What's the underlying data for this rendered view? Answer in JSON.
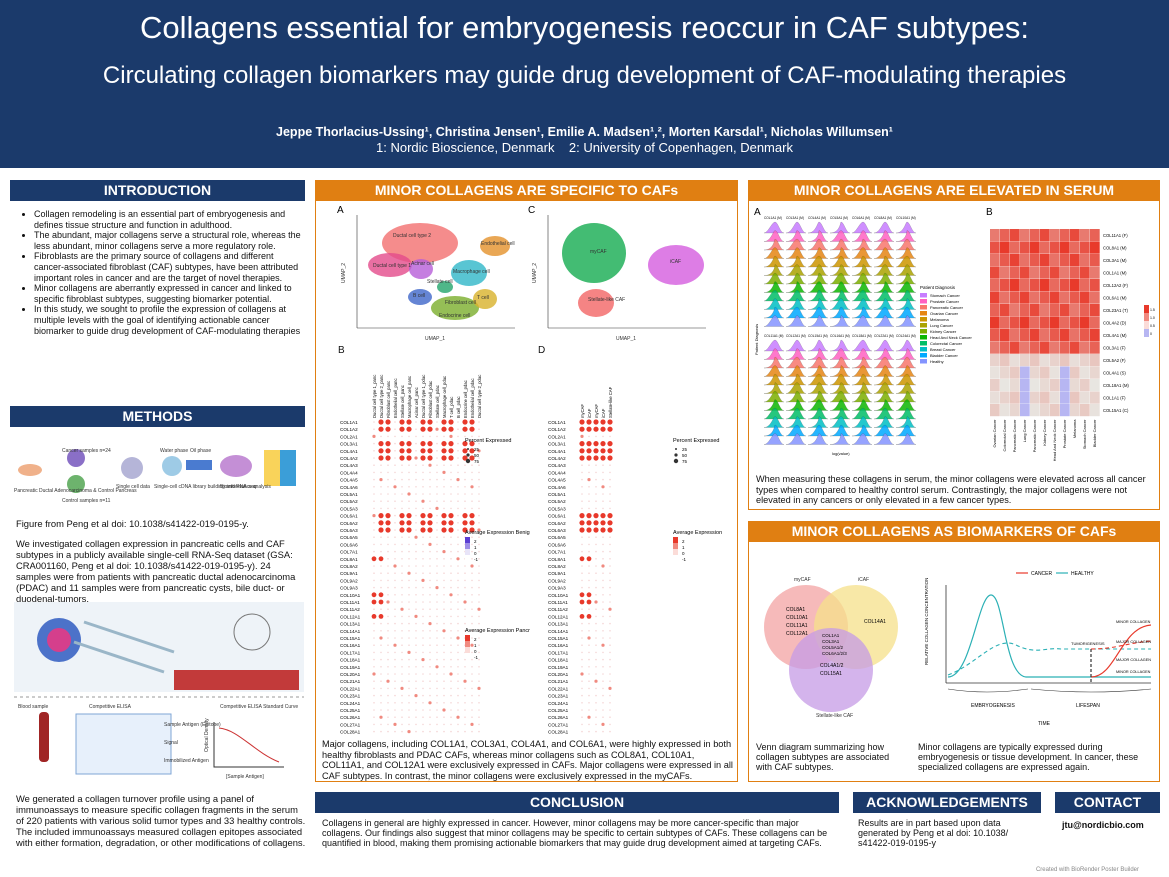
{
  "header": {
    "title": "Collagens essential for embryogenesis reoccur in CAF subtypes:",
    "subtitle": "Circulating collagen biomarkers may guide drug development of CAF-modulating therapies",
    "authors": "Jeppe Thorlacius-Ussing¹, Christina Jensen¹, Emilie A. Madsen¹,², Morten Karsdal¹, Nicholas Willumsen¹",
    "affiliations": "1: Nordic Bioscience, Denmark    2: University of Copenhagen, Denmark"
  },
  "sections": {
    "introduction": "INTRODUCTION",
    "methods": "METHODS",
    "minor_specific": "MINOR COLLAGENS ARE SPECIFIC TO CAFs",
    "minor_serum": "MINOR COLLAGENS ARE ELEVATED IN SERUM",
    "minor_biomarkers": "MINOR COLLAGENS AS BIOMARKERS OF CAFs",
    "conclusion": "CONCLUSION",
    "acknowledgements": "ACKNOWLEDGEMENTS",
    "contact": "CONTACT"
  },
  "intro_bullets": [
    "Collagen remodeling is an essential part of embryogenesis and defines tissue structure and function in adulthood.",
    "The abundant, major collagens serve a structural role, whereas the less abundant, minor collagens serve a more regulatory role.",
    "Fibroblasts are the primary source of collagens and different cancer-associated fibroblast (CAF) subtypes, have been attributed important roles in cancer and are the target of novel therapies.",
    "Minor collagens are aberrantly expressed in cancer and linked to specific fibroblast subtypes, suggesting biomarker potential.",
    "In this study, we sought to profile the expression of collagens at multiple levels with the goal of identifying actionable cancer biomarker to guide drug development of CAF-modulating therapies"
  ],
  "methods": {
    "pipeline_labels": [
      "Pancreatic Ductal Adenocarcinoma & Control Pancreas",
      "Cancer samples n=24",
      "Control samples n=11",
      "Single cell data",
      "Water phase",
      "Oil phase",
      "Single-cell cDNA library building and RNA-seq",
      "Bioinformatics analysis"
    ],
    "figure_credit": "Figure from Peng et al doi: 10.1038/s41422-019-0195-y.",
    "para1": "We investigated collagen expression in pancreatic cells and CAF subtypes in a publicly available single-cell RNA-Seq dataset (GSA: CRA001160, Peng et al doi: 10.1038/s41422-019-0195-y). 24 samples were from patients with pancreatic ductal adenocarcinoma (PDAC) and 11 samples were from pancreatic cysts, bile duct- or duodenal-tumors.",
    "elisa_labels": [
      "Blood sample",
      "Competitive ELISA",
      "Sample Antigen (Epitope)",
      "Signal",
      "Immobilized Antigen",
      "Competitive ELISA Standard Curve",
      "[Sample Antigen]",
      "Optical Density"
    ],
    "para2": "We generated a collagen turnover profile using a panel of immunoassays to measure specific collagen fragments in the serum of 220 patients with various solid tumor types and 33 healthy controls. The included immunoassays measured collagen epitopes associated with either formation, degradation, or other modifications of collagens."
  },
  "umap": {
    "letter_a": "A",
    "letter_c": "C",
    "xlabel": "UMAP_1",
    "ylabel": "UMAP_2",
    "cluster_labels_a": [
      "Ductal cell type 2",
      "Ductal cell type 1",
      "Acinar cell",
      "Fibroblast cell",
      "Stellate cell",
      "Macrophage cell",
      "T cell",
      "B cell",
      "Endothelial cell",
      "Endocrine cell"
    ],
    "cluster_labels_c": [
      "iCAF",
      "myCAF",
      "Stellate-like CAF"
    ]
  },
  "dotplot": {
    "letter_b": "B",
    "letter_d": "D",
    "genes": [
      "COL1A1",
      "COL1A2",
      "COL2A1",
      "COL3A1",
      "COL4A1",
      "COL4A2",
      "COL4A3",
      "COL4A4",
      "COL4A5",
      "COL4A6",
      "COL5A1",
      "COL5A2",
      "COL5A3",
      "COL6A1",
      "COL6A2",
      "COL6A3",
      "COL6A5",
      "COL6A6",
      "COL7A1",
      "COL8A1",
      "COL8A2",
      "COL9A1",
      "COL9A2",
      "COL9A3",
      "COL10A1",
      "COL11A1",
      "COL11A2",
      "COL12A1",
      "COL13A1",
      "COL14A1",
      "COL15A1",
      "COL16A1",
      "COL17A1",
      "COL18A1",
      "COL19A1",
      "COL20A1",
      "COL21A1",
      "COL22A1",
      "COL23A1",
      "COL24A1",
      "COL25A1",
      "COL26A1",
      "COL27A1",
      "COL28A1"
    ],
    "celltypes_b": [
      "Ductal cell type 1_panc",
      "Ductal cell type 2_panc",
      "Fibroblast cell_panc",
      "Endothelial cell_panc",
      "Stellate cell_panc",
      "Macrophage cell_panc",
      "Acinar cell_panc",
      "Ductal cell type 1_pdac",
      "Fibroblast cell_pdac",
      "Stellate cell_pdac",
      "Macrophage cell_pdac",
      "T cell_pdac",
      "B cell_pdac",
      "Endocrine cell_pdac",
      "Endothelial cell_pdac",
      "Ductal cell type 2_pdac"
    ],
    "celltypes_d": [
      "myCAF",
      "iCAF",
      "myCAF",
      "iCAF",
      "Stellate-like CAF"
    ],
    "legend_percent": "Percent Expressed",
    "legend_percent_values": [
      "25",
      "50",
      "75"
    ],
    "legend_benign": "Average Expression Benign Pancreas Tumor (panc)",
    "legend_benign_values": [
      "2",
      "1",
      "0",
      "-1"
    ],
    "legend_cancer": "Average Expression Pancreas Cancer (pdac)",
    "legend_cancer_values": [
      "2",
      "1",
      "0",
      "-1"
    ],
    "legend_avg": "Average Expression",
    "legend_avg_values": [
      "2",
      "1",
      "0",
      "-1"
    ],
    "caption": "Major collagens, including COL1A1, COL3A1, COL4A1, and COL6A1, were highly expressed in both healthy fibroblasts and PDAC CAFs, whereas minor collagens such as COL8A1, COL10A1, COL11A1, and COL12A1 were exclusively expressed in CAFs. Major collagens were expressed in all CAF subtypes. In contrast, the minor collagens were exclusively expressed in the myCAFs."
  },
  "serum": {
    "letter_a": "A",
    "letter_b": "B",
    "ridge_ylabel": "Patient Diagnosis",
    "ridge_xlabel": "log(value)",
    "legend_title": "Patient Diagnosis",
    "diagnoses": [
      "Stomach Cancer",
      "Prostate Cancer",
      "Pancreatic Cancer",
      "Ovarian Cancer",
      "Melanoma",
      "Lung Cancer",
      "Kidney Cancer",
      "Head And Neck Cancer",
      "Colorectal Cancer",
      "Breast Cancer",
      "Bladder Cancer",
      "Healthy"
    ],
    "diag_colors": [
      "#c77cff",
      "#ff61c3",
      "#f8766d",
      "#e68613",
      "#cd9600",
      "#aba300",
      "#7cae00",
      "#0cb702",
      "#00be67",
      "#00bfc4",
      "#00a9ff",
      "#8494ff"
    ],
    "ridge_markers": [
      "COL1A1 (M)",
      "COL3A1 (M)",
      "COL4A1 (M)",
      "COL5A1 (M)",
      "COL6A1 (M)",
      "COL8A1 (M)",
      "COL10A1 (M)",
      "COL11A1 (M)",
      "COL12A1 (M)",
      "COL15A1 (M)",
      "COL16A1 (M)",
      "COL18A1 (M)",
      "COL22A1 (M)",
      "COL24A1 (M)"
    ],
    "heat_rows": [
      "COL11A1 (F)",
      "COL8A1 (M)",
      "COL3A1 (M)",
      "COL1A1 (M)",
      "COL12A2 (F)",
      "COL6A1 (M)",
      "COL23A1 (T)",
      "COL4A2 (D)",
      "COL4A1 (M)",
      "COL3A1 (F)",
      "COL5A2 (F)",
      "COL4A1 (S)",
      "COL18A1 (M)",
      "COL1A1 (F)",
      "COL15A1 (C)"
    ],
    "heat_cols": [
      "Ovarian Cancer",
      "Colorectal Cancer",
      "Pancreatic Cancer",
      "Lung Cancer",
      "Pancreatic Cancer",
      "Kidney Cancer",
      "Head And Neck Cancer",
      "Prostate Cancer",
      "Melanoma",
      "Stomach Cancer",
      "Bladder Cancer"
    ],
    "heat_legend": [
      "1.5",
      "1.0",
      "0.5",
      "0"
    ],
    "caption": "When measuring these collagens in serum, the minor collagens were elevated across all cancer types when compared to healthy control serum. Contrastingly, the major collagens were not elevated in any cancers or only elevated in a few cancer types."
  },
  "biomarkers": {
    "venn_mycaf": "myCAF",
    "venn_icaf": "iCAF",
    "venn_stellate": "Stellate-like CAF",
    "venn_mycaf_genes": [
      "COL8A1",
      "COL10A1",
      "COL11A1",
      "COL12A1"
    ],
    "venn_icaf_genes": [
      "COL14A1"
    ],
    "venn_center_genes": [
      "COL1A1",
      "COL3A1",
      "COL5A1/2",
      "COL6A1/2/3"
    ],
    "venn_stellate_genes": [
      "COL4A1/2",
      "COL15A1"
    ],
    "venn_caption": "Venn diagram summarizing how collagen subtypes are associated with CAF subtypes.",
    "line_legend_cancer": "CANCER",
    "line_legend_healthy": "HEALTHY",
    "line_ylabel": "RELATIVE COLLAGEN CONCENTRATION",
    "line_xlabel": "TIME",
    "line_embryo": "EMBRYOGENESIS",
    "line_lifespan": "LIFESPAN",
    "line_tumor": "TUMORIGENESIS",
    "line_series": [
      "MINOR COLLAGEN",
      "MAJOR COLLAGEN",
      "MAJOR COLLAGEN",
      "MINOR COLLAGEN"
    ],
    "line_caption": "Minor collagens are typically expressed during embryogenesis or tissue development. In cancer, these specialized collagens are expressed again."
  },
  "conclusion": "Collagens in general are highly expressed in cancer. However, minor collagens may be more cancer-specific than major collagens. Our findings also suggest that minor collagens may be specific to certain subtypes of CAFs. These collagens can be quantified in blood, making them promising actionable biomarkers that may guide drug development aimed at targeting CAFs.",
  "acknowledgements": "Results are in part based upon data generated by Peng et al doi: 10.1038/ s41422-019-0195-y",
  "contact": "jtu@nordicbio.com",
  "credit": "Created with BioRender Poster Builder",
  "colors": {
    "navy": "#1b3a6b",
    "orange": "#e07f12",
    "red": "#e8392b",
    "purple": "#7b5fd6"
  }
}
